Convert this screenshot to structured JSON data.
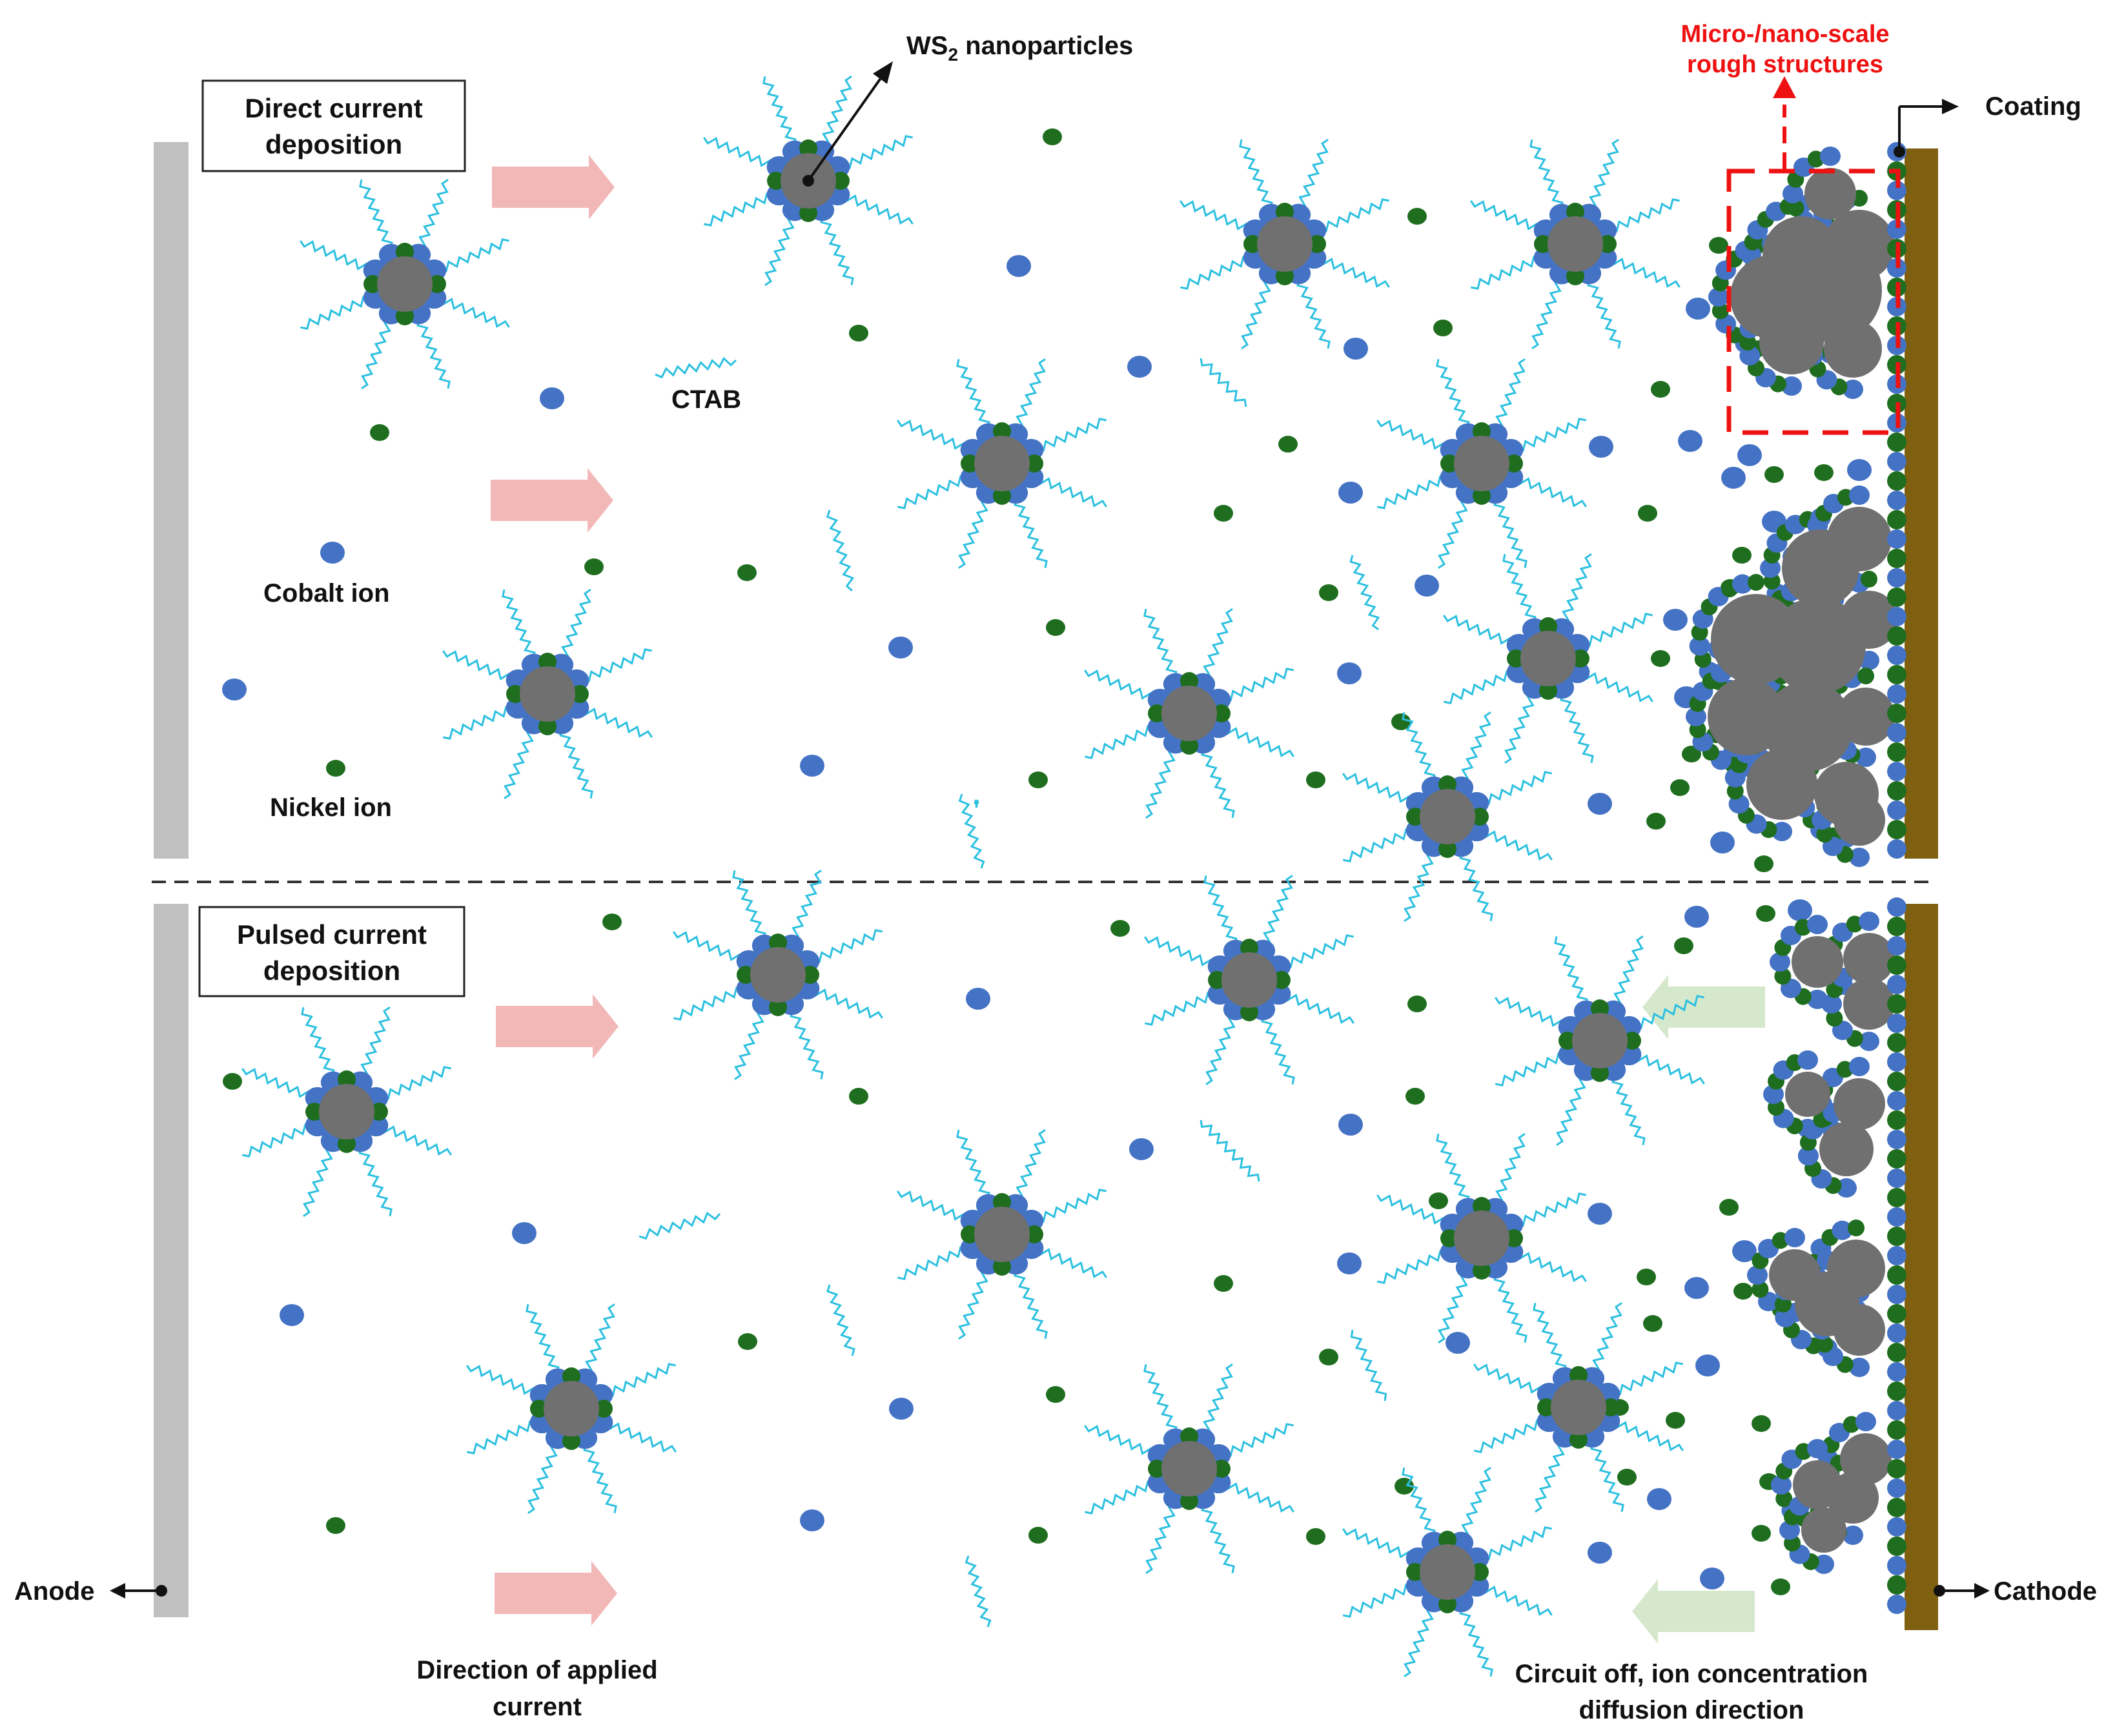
{
  "labels": {
    "direct_line1": "Direct  current",
    "direct_line2": "deposition",
    "pulsed_line1": "Pulsed current",
    "pulsed_line2": "deposition",
    "ws2_prefix": "WS",
    "ws2_sub": "2",
    "ws2_suffix": " nanoparticles",
    "ctab": "CTAB",
    "cobalt": "Cobalt ion",
    "nickel": "Nickel ion",
    "micro_line1": "Micro-/nano-scale",
    "micro_line2": "rough structures",
    "coating": "Coating",
    "anode": "Anode",
    "cathode": "Cathode",
    "applied_line1": "Direction of applied",
    "applied_line2": "current",
    "circuit_line1": "Circuit off, ion concentration",
    "circuit_line2": "diffusion direction"
  },
  "colors": {
    "cobalt_ion": "#4472c4",
    "nickel_ion": "#1f6e1f",
    "ws2_particle": "#707070",
    "ctab_chain": "#2cc0e0",
    "anode": "#c0c0c0",
    "cathode": "#7f6010",
    "applied_arrow": "#f2b8b8",
    "diffusion_arrow": "#d6e8cc",
    "highlight": "#ee1111"
  }
}
